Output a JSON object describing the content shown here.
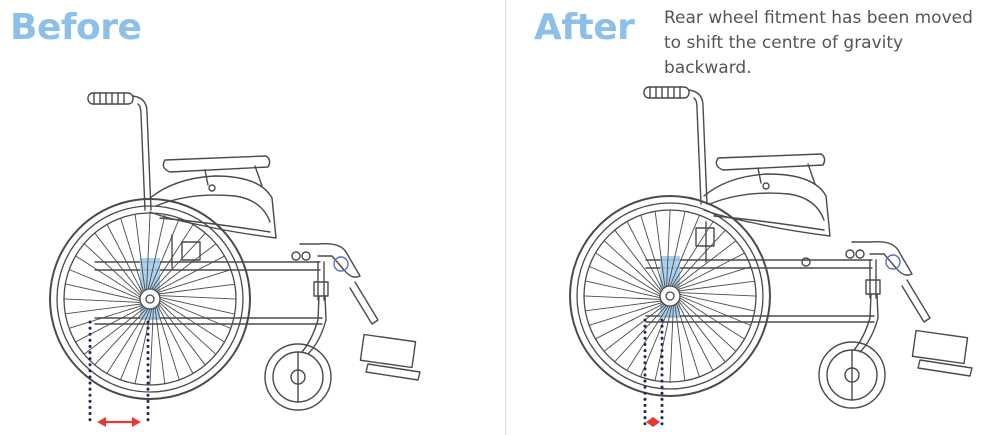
{
  "before": {
    "title": "Before"
  },
  "after": {
    "title": "After",
    "caption": "Rear wheel fitment has been moved to shift the centre of gravity backward."
  },
  "colors": {
    "heading": "#8cc0e8",
    "outline": "#4a4a4a",
    "marker_dots": "#1c2b5e",
    "arrow": "#e53935",
    "axle_highlight": "#9dc9ec",
    "divider": "#d9d9d9"
  }
}
